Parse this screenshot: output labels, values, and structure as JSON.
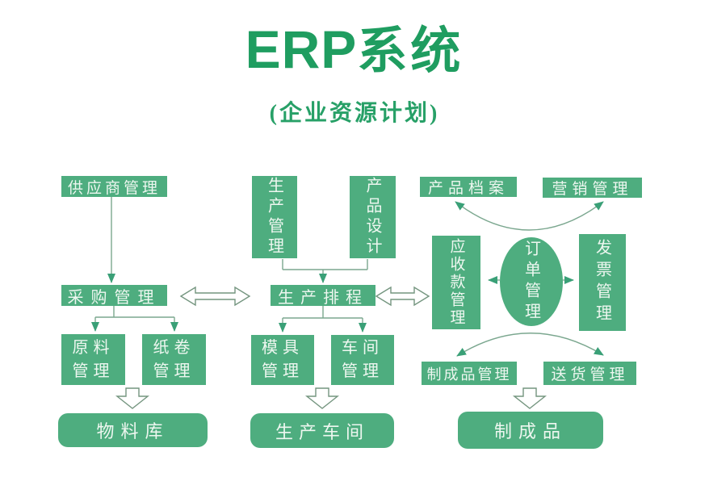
{
  "title": {
    "en": "ERP",
    "zh": "系统",
    "subtitle": "(企业资源计划)"
  },
  "nodes": {
    "supplier": "供应商管理",
    "purchasing": "采购管理",
    "raw_material": "原料管理",
    "paper_roll": "纸卷管理",
    "material_warehouse": "物料库",
    "production_mgmt": "生产管理",
    "product_design": "产品设计",
    "production_scheduling": "生产排程",
    "mold": "模具管理",
    "workshop": "车间管理",
    "production_workshop": "生产车间",
    "product_archive": "产品档案",
    "marketing": "营销管理",
    "receivables": "应收款管理",
    "order_mgmt": "订单管理",
    "invoice": "发票管理",
    "finished_goods_mgmt": "制成品管理",
    "delivery": "送货管理",
    "finished_goods": "制成品"
  },
  "colors": {
    "title_green": "#1f9d60",
    "box_green": "#4ead7f",
    "arrowhead_green": "#3aa077",
    "line_gray_green": "#7ba78f",
    "background": "#ffffff"
  }
}
